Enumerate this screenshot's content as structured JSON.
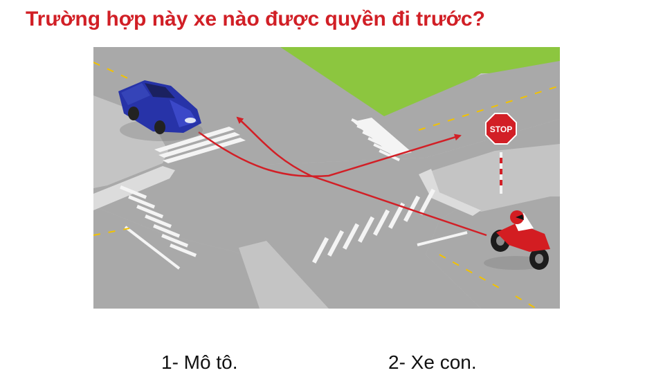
{
  "question": "Trường hợp này xe nào được quyền đi trước?",
  "answers": [
    {
      "label": "1- Mô tô."
    },
    {
      "label": "2- Xe con."
    }
  ],
  "scene": {
    "stop_sign_text": "STOP",
    "vehicles": [
      "blue-car",
      "red-motorcycle"
    ]
  },
  "colors": {
    "question": "#d11f26",
    "grass": "#8cc63f",
    "road": "#a9a9a9",
    "sidewalk": "#c4c4c4",
    "path_arrow": "#d21f26",
    "car": "#2733a8",
    "motorcycle": "#d31d22",
    "lane_line": "#f2c200"
  }
}
